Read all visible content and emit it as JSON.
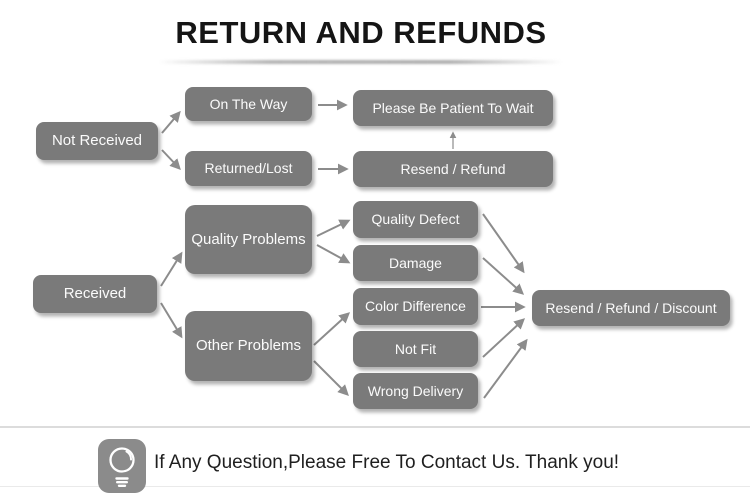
{
  "title": "RETURN AND REFUNDS",
  "flowchart": {
    "nodes": {
      "not_received": "Not Received",
      "on_the_way": "On The Way",
      "returned_lost": "Returned/Lost",
      "please_wait": "Please Be Patient To Wait",
      "resend_refund": "Resend / Refund",
      "received": "Received",
      "quality_problems": "Quality Problems",
      "other_problems": "Other Problems",
      "quality_defect": "Quality Defect",
      "damage": "Damage",
      "color_difference": "Color Difference",
      "not_fit": "Not Fit",
      "wrong_delivery": "Wrong Delivery",
      "resend_refund_discount": "Resend / Refund / Discount"
    },
    "edges": [
      {
        "from": "not_received",
        "to": "on_the_way"
      },
      {
        "from": "not_received",
        "to": "returned_lost"
      },
      {
        "from": "on_the_way",
        "to": "please_wait"
      },
      {
        "from": "returned_lost",
        "to": "resend_refund"
      },
      {
        "from": "resend_refund",
        "to": "please_wait"
      },
      {
        "from": "received",
        "to": "quality_problems"
      },
      {
        "from": "received",
        "to": "other_problems"
      },
      {
        "from": "quality_problems",
        "to": "quality_defect"
      },
      {
        "from": "quality_problems",
        "to": "damage"
      },
      {
        "from": "other_problems",
        "to": "color_difference"
      },
      {
        "from": "other_problems",
        "to": "wrong_delivery"
      },
      {
        "from": "quality_defect",
        "to": "resend_refund_discount"
      },
      {
        "from": "damage",
        "to": "resend_refund_discount"
      },
      {
        "from": "color_difference",
        "to": "resend_refund_discount"
      },
      {
        "from": "not_fit",
        "to": "resend_refund_discount"
      },
      {
        "from": "wrong_delivery",
        "to": "resend_refund_discount"
      }
    ]
  },
  "footer": {
    "icon": "lightbulb-icon",
    "message": "If Any Question,Please Free To Contact Us. Thank you!"
  },
  "colors": {
    "box_fill": "#7a7a7a",
    "box_text": "#fbfbfb",
    "arrow": "#8c8c8c",
    "title_text": "#151515",
    "footer_text": "#1f1f1f",
    "divider": "#dcdcdc",
    "icon_bg": "#8b8b8b"
  }
}
